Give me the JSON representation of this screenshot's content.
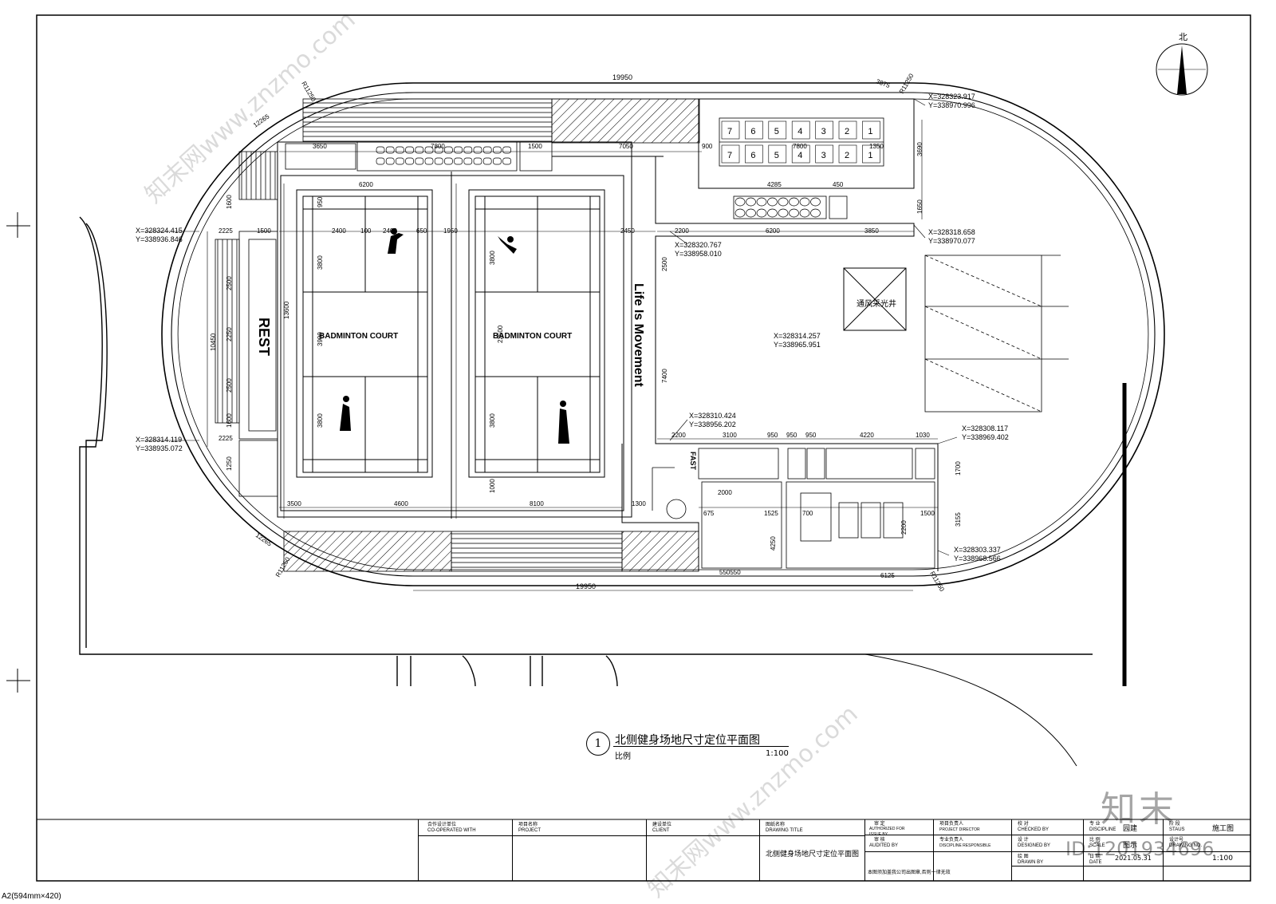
{
  "north_label": "北",
  "dimensions": {
    "top_length": "19950",
    "bottom_length": "19950",
    "top_left_arc": "12265",
    "top_left_radius": "R11250",
    "top_right_arc": "3875",
    "top_right_radius": "R11250",
    "bottom_left_arc": "12265",
    "bottom_left_radius": "R11250",
    "bottom_right_arc": "6125",
    "bottom_right_radius": "R11250",
    "row_top_a": "3650",
    "row_top_b": "7800",
    "row_top_c": "1500",
    "row_top_d": "7050",
    "row_top_e": "900",
    "row_top_f": "7800",
    "row_top_g": "1350",
    "court_width": "6200",
    "court_span_a": "2400",
    "court_span_b": "100",
    "court_span_c": "2400",
    "court_span_d": "650",
    "court_gap": "1950",
    "right_span": "2450",
    "lot_width": "4285",
    "lot_side": "450",
    "lot_gap": "1650",
    "lot_height": "3690",
    "plaza_a": "2200",
    "plaza_b": "6200",
    "plaza_c": "3850",
    "left_total": "10450",
    "court_length_a": "13600",
    "court_length_b": "22500",
    "left_a": "1600",
    "left_b": "2500",
    "left_c": "2250",
    "left_d": "2500",
    "left_e": "1600",
    "left_f": "1250",
    "left_g": "2225",
    "left_h": "2225",
    "left_i": "1500",
    "court_v_a": "3800",
    "court_v_b": "3800",
    "court_v_c": "3900",
    "court_v_d": "3800",
    "court_v_e": "3800",
    "court_v_f": "950",
    "court_v_g": "1000",
    "right_v_a": "2500",
    "right_v_b": "7400",
    "bottom_a": "3500",
    "bottom_b": "4600",
    "bottom_c": "8100",
    "bottom_d": "1300",
    "lower_a": "2200",
    "lower_b": "3100",
    "lower_c": "950",
    "lower_d": "950",
    "lower_e": "950",
    "lower_f": "4220",
    "lower_g": "1030",
    "lower_h": "1700",
    "lower_i": "3155",
    "lower_j": "2000",
    "lower_k": "1525",
    "lower_l": "700",
    "lower_m": "1500",
    "lower_n": "4250",
    "lower_o": "2200",
    "lower_p": "675",
    "lower_q": "550550"
  },
  "coordinates": {
    "nw": [
      "X=328324.415",
      "Y=338936.846"
    ],
    "sw": [
      "X=328314.119",
      "Y=338935.072"
    ],
    "ne_top": [
      "X=328323.917",
      "Y=338970.996"
    ],
    "ne_mid": [
      "X=328318.658",
      "Y=338970.077"
    ],
    "center_top": [
      "X=328320.767",
      "Y=338958.010"
    ],
    "center_mid": [
      "X=328310.424",
      "Y=338956.202"
    ],
    "vent": [
      "X=328314.257",
      "Y=338965.951"
    ],
    "se_top": [
      "X=328308.117",
      "Y=338969.402"
    ],
    "se_bottom": [
      "X=328303.337",
      "Y=338968.566"
    ]
  },
  "labels": {
    "court_1": "BADMINTON COURT",
    "court_2": "BADMINTON COURT",
    "slogan": "Life Is Movement",
    "rest": "REST",
    "vent": "通风采光井",
    "fast": "FAST",
    "parking": [
      "7",
      "6",
      "5",
      "4",
      "3",
      "2",
      "1"
    ]
  },
  "caption": {
    "number": "1",
    "title": "北侧健身场地尺寸定位平面图",
    "scale_label": "比例",
    "scale_value": "1:100"
  },
  "title_block": {
    "co_operated": "合作设计单位",
    "co_operated_en": "CO-OPERATED WITH",
    "project": "项目名称",
    "project_en": "PROJECT",
    "client": "建设单位",
    "client_en": "CLIENT",
    "drawing_title": "图纸名称",
    "drawing_title_en": "DRAWING TITLE",
    "drawing_title_value": "北侧健身场地尺寸定位平面图",
    "approved": "审 定",
    "approved_en": "AUTHORIZED FOR ISSUE BY",
    "audited": "审 核",
    "audited_en": "AUDITED BY",
    "project_director": "项目负责人",
    "project_director_en": "PROJECT DIRECTOR",
    "discipline_resp": "专业负责人",
    "discipline_resp_en": "DISCIPLINE RESPONSIBLE",
    "checked": "校 对",
    "checked_en": "CHECKED BY",
    "designed": "设 计",
    "designed_en": "DESIGNED BY",
    "drawn": "绘 图",
    "drawn_en": "DRAWN BY",
    "discipline": "专 业",
    "discipline_en": "DISCIPLINE",
    "discipline_value": "园建",
    "status": "阶 段",
    "status_en": "STAUS",
    "status_value": "施工图",
    "scale": "比 例",
    "scale_en": "SCALE",
    "scale_value": "图示",
    "date": "日 期",
    "date_en": "DATE",
    "date_value": "2021.05.31",
    "drawing_no": "设计号",
    "drawing_no_en": "DRAWING NO.",
    "drawing_no_value": "1:100",
    "note": "本图须加盖我公司出图章,否则一律无效"
  },
  "sheet_size": "A2(594mm×420)",
  "watermark": {
    "site": "知末网www.znzmo.com",
    "brand": "知末",
    "id": "ID:1201934696"
  }
}
